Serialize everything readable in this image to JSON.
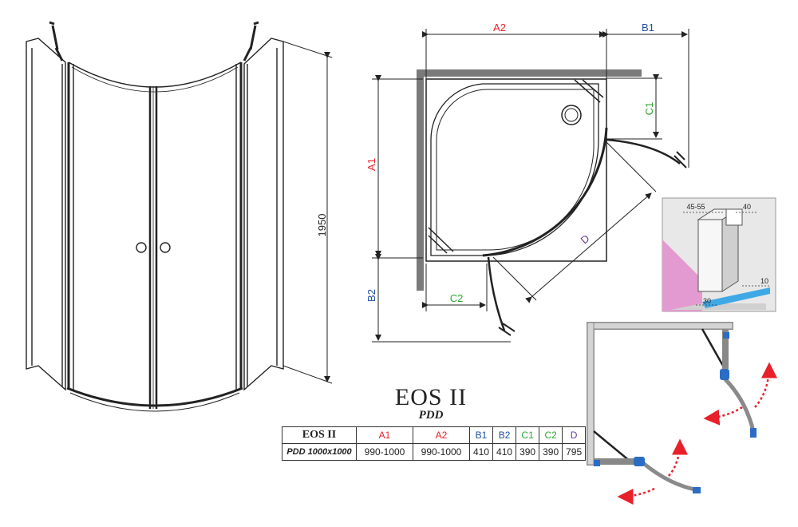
{
  "product": {
    "name": "EOS II",
    "subtitle": "PDD"
  },
  "dimensions": {
    "height_label": "1950",
    "a1": "A1",
    "a2": "A2",
    "b1": "B1",
    "b2": "B2",
    "c1": "C1",
    "c2": "C2",
    "d": "D"
  },
  "detail": {
    "top_left": "45-55",
    "top_right": "40",
    "right": "10",
    "bottom": "30"
  },
  "table": {
    "headers": [
      "EOS II",
      "A1",
      "A2",
      "B1",
      "B2",
      "C1",
      "C2",
      "D"
    ],
    "header_colors": [
      "#222222",
      "#e8202a",
      "#e8202a",
      "#1f4fa0",
      "#1f4fa0",
      "#2fa52f",
      "#2fa52f",
      "#6a3d9a"
    ],
    "rows": [
      [
        "PDD 1000x1000",
        "990-1000",
        "990-1000",
        "410",
        "410",
        "390",
        "390",
        "795"
      ]
    ]
  },
  "colors": {
    "red": "#e8202a",
    "blue": "#1f4fa0",
    "green": "#2fa52f",
    "purple": "#6a3d9a",
    "wall": "#7a7a7a",
    "arrow": "#e8202a",
    "pink_wall": "#e39ad0",
    "fitting": "#2b6cc4"
  }
}
